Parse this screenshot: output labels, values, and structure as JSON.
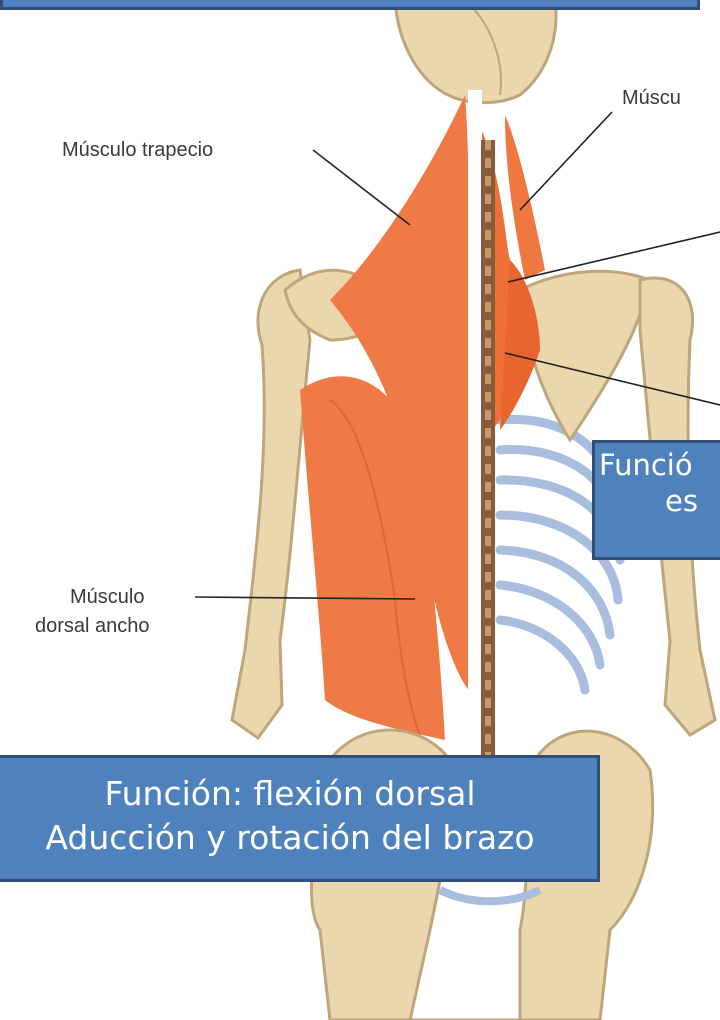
{
  "labels": {
    "trapezius": "Músculo trapecio",
    "top_right": "Múscu",
    "latissimus_line1": "Músculo",
    "latissimus_line2": "dorsal ancho"
  },
  "boxes": {
    "right_partial": {
      "line1": "Funció",
      "line2": "es"
    },
    "bottom": {
      "line1": "Función: flexión dorsal",
      "line2": "Aducción y rotación del brazo"
    }
  },
  "colors": {
    "muscle": "#f07a45",
    "muscle_dark": "#d9572a",
    "bone": "#ead7ae",
    "bone_shadow": "#bfa57a",
    "callout_fill": "#4f81bd",
    "callout_border": "#2f4f79",
    "rib_blue": "#a9bedf"
  }
}
